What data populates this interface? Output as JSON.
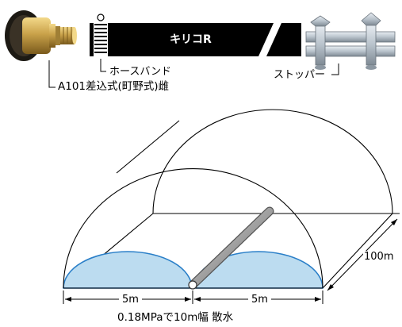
{
  "labels": {
    "hose_brand": "キリコR",
    "hose_band": "ホースバンド",
    "stopper": "ストッパー",
    "coupling": "A101差込式(町野式)雌",
    "dim_length": "100m",
    "dim_left": "5m",
    "dim_right": "5m",
    "caption": "0.18MPaで10m幅 散水"
  },
  "colors": {
    "spray_fill": "#bcdcf0",
    "spray_stroke": "#2a7fc8",
    "hose_black": "#000000",
    "pipe_gray": "#a8a8a8",
    "brass": "#c9a24a"
  }
}
